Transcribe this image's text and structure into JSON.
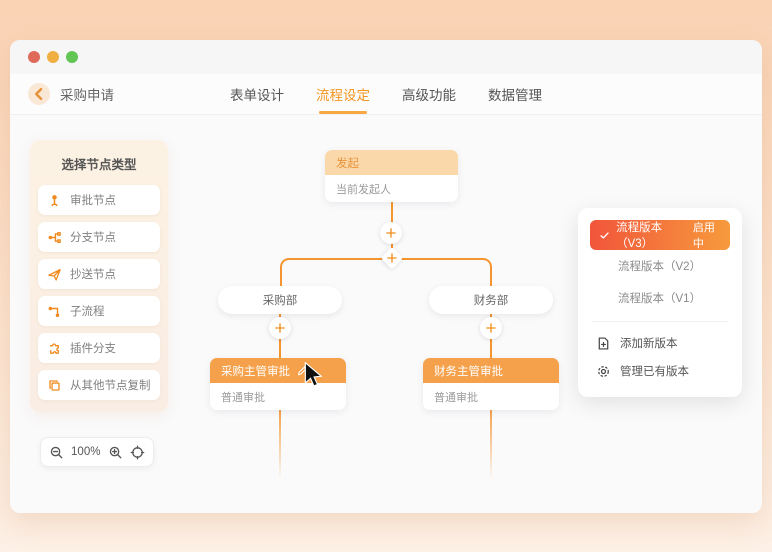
{
  "window_title": {
    "back_label": "采购申请"
  },
  "tabs": [
    {
      "label": "表单设计",
      "active": false
    },
    {
      "label": "流程设定",
      "active": true
    },
    {
      "label": "高级功能",
      "active": false
    },
    {
      "label": "数据管理",
      "active": false
    }
  ],
  "sidebar": {
    "title": "选择节点类型",
    "items": [
      {
        "icon": "approval-node-icon",
        "label": "审批节点"
      },
      {
        "icon": "branch-node-icon",
        "label": "分支节点"
      },
      {
        "icon": "cc-node-icon",
        "label": "抄送节点"
      },
      {
        "icon": "subprocess-icon",
        "label": "子流程"
      },
      {
        "icon": "plugin-branch-icon",
        "label": "插件分支"
      },
      {
        "icon": "copy-node-icon",
        "label": "从其他节点复制"
      }
    ]
  },
  "canvas": {
    "start_node": {
      "title": "发起",
      "subtitle": "当前发起人"
    },
    "branches": [
      {
        "condition": "采购部",
        "node_title": "采购主管审批",
        "node_subtitle": "普通审批",
        "selected": true
      },
      {
        "condition": "财务部",
        "node_title": "财务主管审批",
        "node_subtitle": "普通审批",
        "selected": false
      }
    ]
  },
  "version_panel": {
    "selected": {
      "label": "流程版本（V3）",
      "badge": "启用中"
    },
    "others": [
      {
        "label": "流程版本（V2）"
      },
      {
        "label": "流程版本（V1）"
      }
    ],
    "actions": [
      {
        "icon": "add-file-icon",
        "label": "添加新版本"
      },
      {
        "icon": "gear-icon",
        "label": "管理已有版本"
      }
    ]
  },
  "zoom_toolbar": {
    "level": "100%"
  },
  "colors": {
    "accent_orange": "#F28D1E",
    "connector_orange": "#F5952F",
    "selected_node_header": "#F5A04A",
    "start_node_header": "#FAD8A9",
    "active_version_gradient_start": "#F1553B",
    "active_version_gradient_end": "#F79A3C",
    "page_bg_top": "#FAD2B4",
    "traffic_red": "#DF6A5A",
    "traffic_yellow": "#F0AF41",
    "traffic_green": "#62C554"
  }
}
